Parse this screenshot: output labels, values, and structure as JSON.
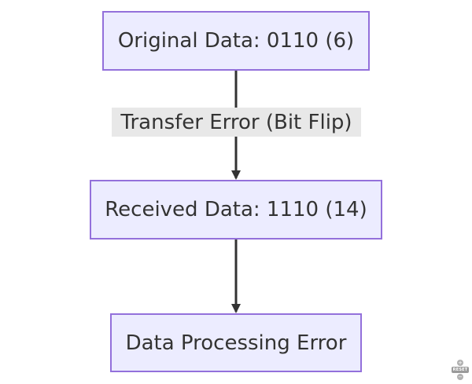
{
  "nodes": {
    "original": "Original Data: 0110 (6)",
    "received": "Received Data: 1110 (14)",
    "error": "Data Processing Error"
  },
  "edges": {
    "transfer_label": "Transfer Error (Bit Flip)"
  },
  "controls": {
    "zoom_in": "+",
    "reset": "RESET",
    "zoom_out": "−"
  },
  "colors": {
    "node_fill": "#ECECFF",
    "node_border": "#9370DB",
    "edge": "#333333",
    "edge_label_bg": "#e8e8e8"
  }
}
